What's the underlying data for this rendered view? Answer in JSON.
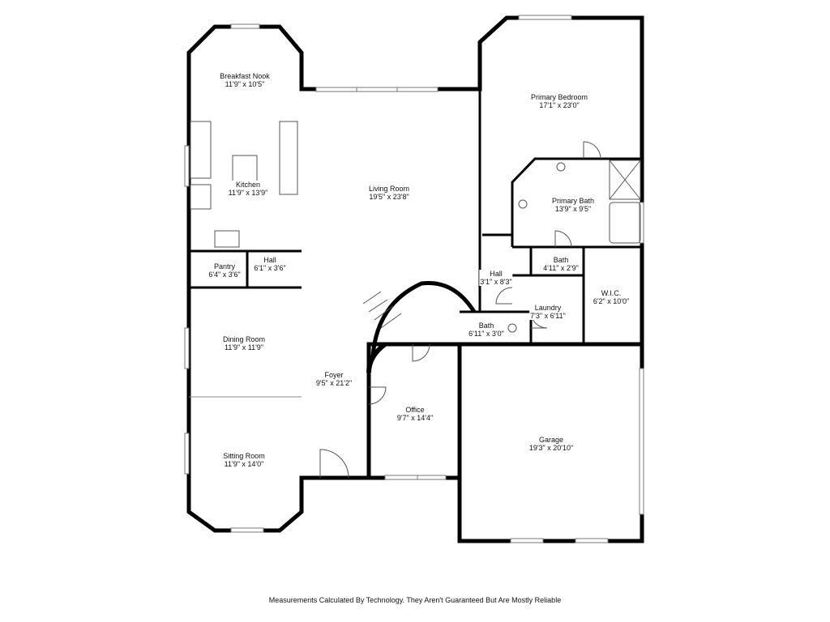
{
  "rooms": [
    {
      "id": "breakfast-nook",
      "name": "Breakfast Nook",
      "dims": "11'9\" x 10'5\""
    },
    {
      "id": "kitchen",
      "name": "Kitchen",
      "dims": "11'9\" x 13'9\""
    },
    {
      "id": "living-room",
      "name": "Living Room",
      "dims": "19'5\" x 23'8\""
    },
    {
      "id": "primary-bedroom",
      "name": "Primary Bedroom",
      "dims": "17'1\" x 23'0\""
    },
    {
      "id": "primary-bath",
      "name": "Primary Bath",
      "dims": "13'9\" x 9'5\""
    },
    {
      "id": "bath-upper",
      "name": "Bath",
      "dims": "4'11\" x 2'9\""
    },
    {
      "id": "pantry",
      "name": "Pantry",
      "dims": "6'4\" x 3'6\""
    },
    {
      "id": "hall-kitchen",
      "name": "Hall",
      "dims": "6'1\" x 3'6\""
    },
    {
      "id": "hall-center",
      "name": "Hall",
      "dims": "3'1\" x 8'3\""
    },
    {
      "id": "wic",
      "name": "W.I.C.",
      "dims": "6'2\" x 10'0\""
    },
    {
      "id": "laundry",
      "name": "Laundry",
      "dims": "7'3\" x 6'11\""
    },
    {
      "id": "bath-lower",
      "name": "Bath",
      "dims": "6'11\" x 3'0\""
    },
    {
      "id": "dining-room",
      "name": "Dining Room",
      "dims": "11'9\" x 11'9\""
    },
    {
      "id": "foyer",
      "name": "Foyer",
      "dims": "9'5\" x 21'2\""
    },
    {
      "id": "office",
      "name": "Office",
      "dims": "9'7\" x 14'4\""
    },
    {
      "id": "garage",
      "name": "Garage",
      "dims": "19'3\" x 20'10\""
    },
    {
      "id": "sitting-room",
      "name": "Sitting Room",
      "dims": "11'9\" x 14'0\""
    }
  ],
  "disclaimer": "Measurements Calculated By Technology. They Aren't Guaranteed But Are Mostly Reliable",
  "colors": {
    "wall": "#000000",
    "fixture": "#555555",
    "window": "#777777",
    "background": "#ffffff"
  }
}
